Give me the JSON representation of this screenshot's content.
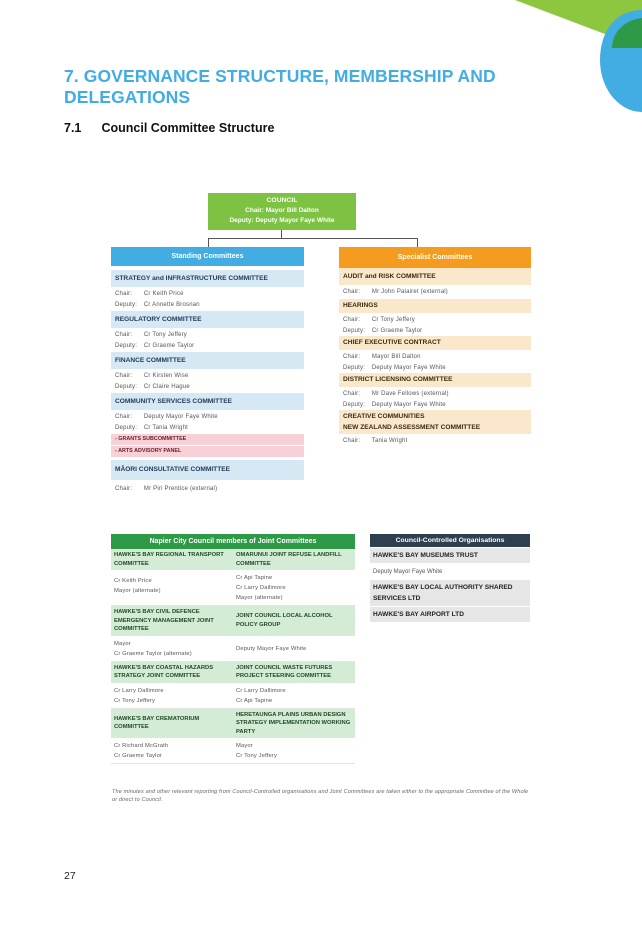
{
  "heading": {
    "title": "7. GOVERNANCE STRUCTURE, MEMBERSHIP AND DELEGATIONS",
    "subsection_number": "7.1",
    "subsection_title": "Council Committee Structure"
  },
  "council": {
    "title": "COUNCIL",
    "chair": "Chair: Mayor Bill Dalton",
    "deputy": "Deputy: Deputy Mayor Faye White"
  },
  "standing": {
    "heading": "Standing Committees",
    "committees": [
      {
        "name": "STRATEGY and INFRASTRUCTURE COMMITTEE",
        "k1": "Chair:",
        "v1": "Cr Keith Price",
        "k2": "Deputy:",
        "v2": "Cr Annette Brosnan"
      },
      {
        "name": "REGULATORY COMMITTEE",
        "k1": "Chair:",
        "v1": "Cr Tony Jeffery",
        "k2": "Deputy:",
        "v2": "Cr Graeme Taylor"
      },
      {
        "name": "FINANCE COMMITTEE",
        "k1": "Chair:",
        "v1": "Cr Kirsten Wise",
        "k2": "Deputy:",
        "v2": "Cr Claire Hague"
      },
      {
        "name": "COMMUNITY SERVICES COMMITTEE",
        "k1": "Chair:",
        "v1": "Deputy Mayor Faye White",
        "k2": "Deputy:",
        "v2": "Cr Tania Wright"
      }
    ],
    "sub1": "- GRANTS SUBCOMMITTEE",
    "sub2": "- ARTS ADVISORY PANEL",
    "maori": {
      "name": "MĀORI CONSULTATIVE COMMITTEE",
      "k1": "Chair:",
      "v1": "Mr Piri Prentice (external)"
    }
  },
  "specialist": {
    "heading": "Specialist Committees",
    "audit": {
      "name": "AUDIT and RISK COMMITTEE",
      "k1": "Chair:",
      "v1": "Mr John Palairet (external)"
    },
    "hearings": {
      "name": "HEARINGS",
      "k1": "Chair:",
      "v1": "Cr Tony Jeffery",
      "k2": "Deputy:",
      "v2": "Cr Graeme Taylor"
    },
    "ceo": {
      "name": "CHIEF EXECUTIVE CONTRACT",
      "k1": "Chair:",
      "v1": "Mayor Bill Dalton",
      "k2": "Deputy:",
      "v2": "Deputy Mayor Faye White"
    },
    "licensing": {
      "name": "DISTRICT LICENSING COMMITTEE",
      "k1": "Chair:",
      "v1": "Mr Dave Fellows (external)",
      "k2": "Deputy:",
      "v2": "Deputy Mayor Faye White"
    },
    "creative": {
      "name1": "CREATIVE COMMUNITIES",
      "name2": "NEW ZEALAND ASSESSMENT COMMITTEE",
      "k1": "Chair:",
      "v1": "Tania Wright"
    }
  },
  "joint": {
    "heading": "Napier City Council members of Joint Committees",
    "rows": [
      {
        "left": "HAWKE'S BAY REGIONAL TRANSPORT COMMITTEE",
        "right": "OMARUNUI JOINT REFUSE LANDFILL COMMITTEE"
      },
      {
        "left1": "Cr Keith Price",
        "left2": "Mayor (alternate)",
        "right1": "Cr Api Tapine",
        "right2": "Cr Larry Dallimore",
        "right3": "Mayor (alternate)"
      },
      {
        "left": "HAWKE'S BAY CIVIL DEFENCE EMERGENCY MANAGEMENT JOINT COMMITTEE",
        "right": "JOINT COUNCIL LOCAL ALCOHOL POLICY GROUP"
      },
      {
        "left1": "Mayor",
        "left2": "Cr Graeme Taylor (alternate)",
        "right1": "Deputy Mayor Faye White"
      },
      {
        "left": "HAWKE'S BAY COASTAL HAZARDS STRATEGY JOINT COMMITTEE",
        "right": "JOINT COUNCIL WASTE FUTURES PROJECT STEERING COMMITTEE"
      },
      {
        "left1": "Cr Larry Dallimore",
        "left2": "Cr Tony Jeffery",
        "right1": "Cr Larry Dallimore",
        "right2": "Cr Api Tapine"
      },
      {
        "left": "HAWKE'S BAY CREMATORIUM COMMITTEE",
        "right": "HERETAUNGA PLAINS URBAN DESIGN STRATEGY IMPLEMENTATION WORKING PARTY"
      },
      {
        "left1": "Cr Richard McGrath",
        "left2": "Cr Graeme Taylor",
        "right1": "Mayor",
        "right2": "Cr Tony Jeffery"
      }
    ]
  },
  "cco": {
    "heading": "Council-Controlled Organisations",
    "museums": "HAWKE'S BAY MUSEUMS TRUST",
    "museums_member": "Deputy Mayor Faye White",
    "lass": "HAWKE'S BAY LOCAL AUTHORITY SHARED SERVICES LTD",
    "airport": "HAWKE'S BAY AIRPORT LTD"
  },
  "footnote": "The minutes and other relevant reporting from Council-Controlled organisations and Joint Committees are taken either to the appropriate Committee of the Whole or direct to Council.",
  "page_number": "27",
  "colors": {
    "heading_blue": "#41ade2",
    "council_green": "#7dc242",
    "standing_blue": "#41ade2",
    "specialist_orange": "#f39c1f",
    "joint_green": "#2e9946",
    "cco_navy": "#2e3f4f"
  }
}
